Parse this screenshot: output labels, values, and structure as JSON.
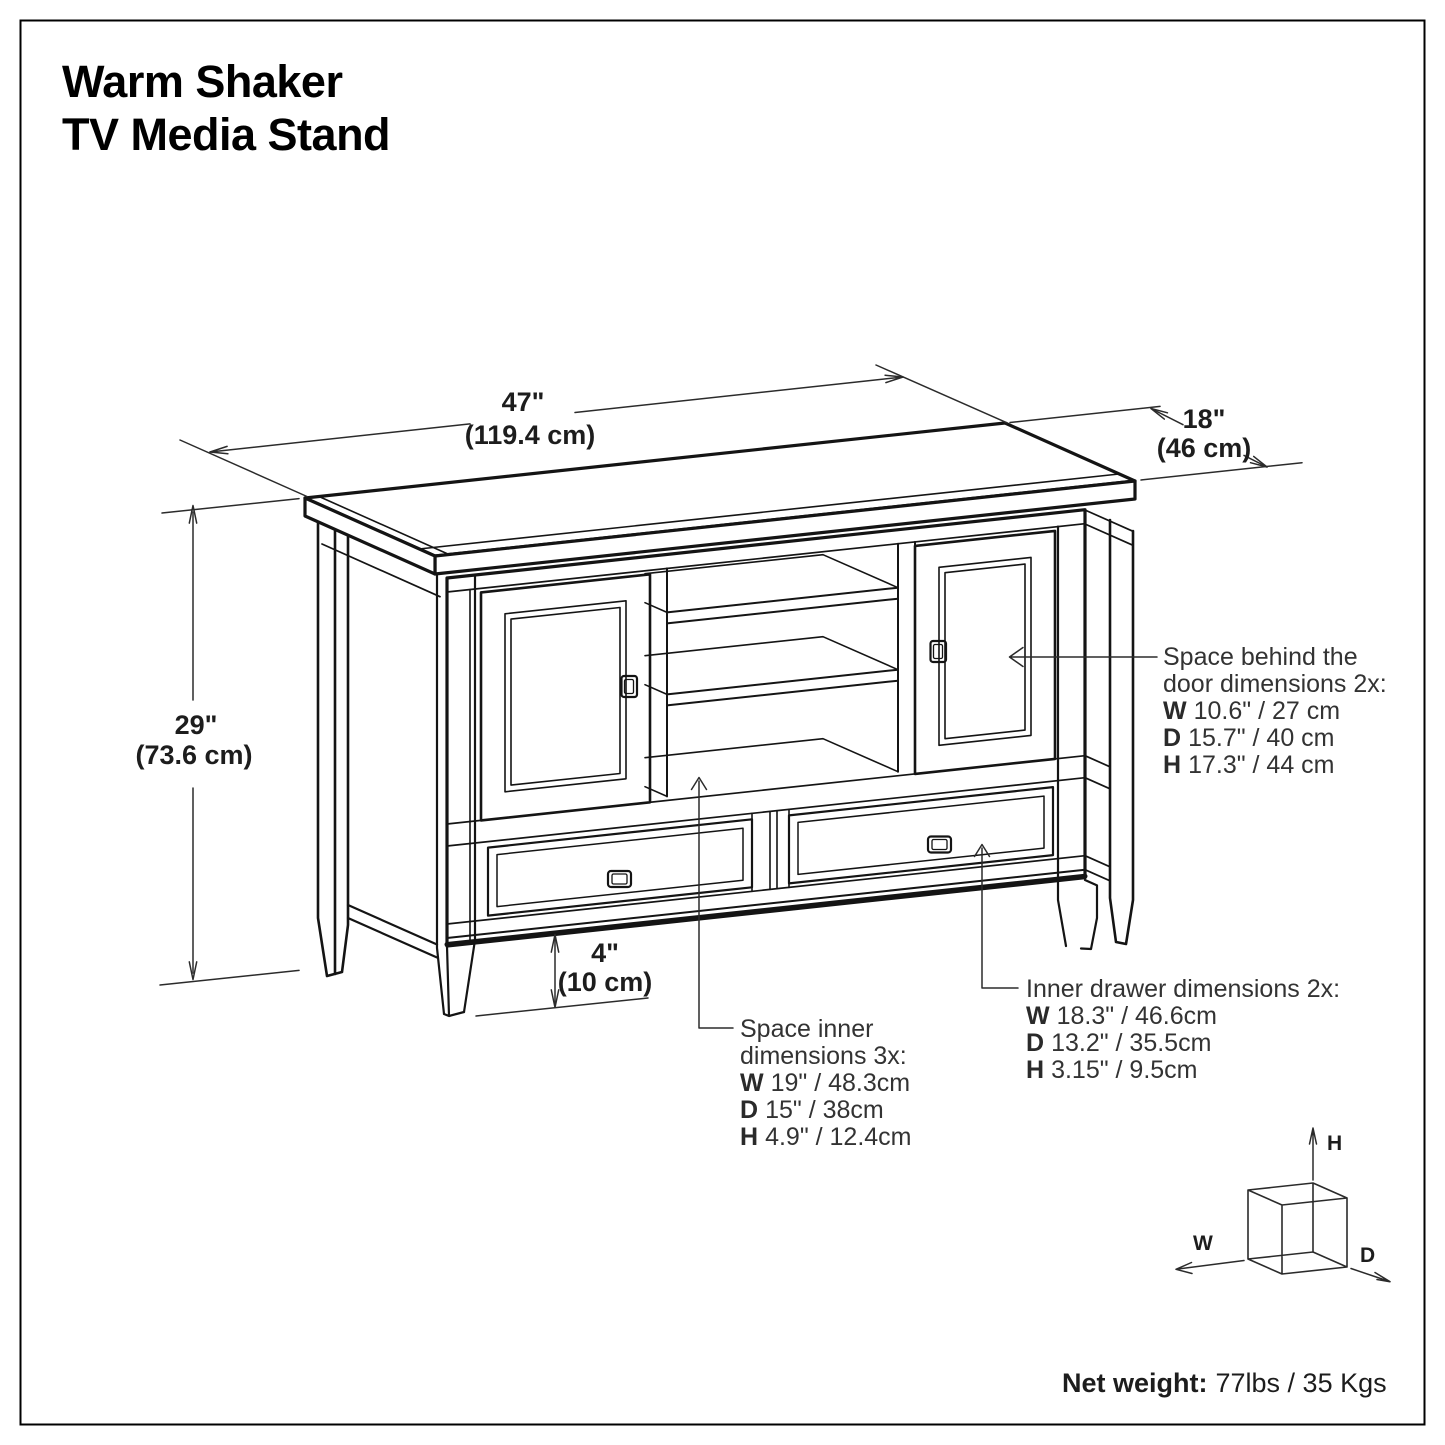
{
  "title": {
    "line1": "Warm Shaker",
    "line2": "TV Media Stand"
  },
  "dimensions": {
    "width": {
      "inches": "47\"",
      "metric": "(119.4 cm)"
    },
    "depth": {
      "inches": "18\"",
      "metric": "(46 cm)"
    },
    "height": {
      "inches": "29\"",
      "metric": "(73.6 cm)"
    },
    "clearance": {
      "inches": "4\"",
      "metric": "(10 cm)"
    }
  },
  "annotations": {
    "door_space": {
      "line1": "Space behind the",
      "line2": "door dimensions 2x:",
      "w_label": "W",
      "w_value": "10.6\" / 27 cm",
      "d_label": "D",
      "d_value": "15.7\" / 40 cm",
      "h_label": "H",
      "h_value": "17.3\" / 44 cm"
    },
    "inner_space": {
      "line1": "Space inner",
      "line2": "dimensions 3x:",
      "w_label": "W",
      "w_value": "19\" / 48.3cm",
      "d_label": "D",
      "d_value": "15\" / 38cm",
      "h_label": "H",
      "h_value": "4.9\" / 12.4cm"
    },
    "inner_drawer": {
      "line1": "Inner drawer dimensions 2x:",
      "w_label": "W",
      "w_value": "18.3\" / 46.6cm",
      "d_label": "D",
      "d_value": "13.2\" / 35.5cm",
      "h_label": "H",
      "h_value": "3.15\" / 9.5cm"
    }
  },
  "axis_cube": {
    "h": "H",
    "w": "W",
    "d": "D"
  },
  "footer": {
    "label": "Net weight:",
    "value": "77lbs / 35 Kgs"
  },
  "colors": {
    "line": "#141414",
    "dim_line": "#2b2b2b",
    "text": "#333333",
    "background": "#ffffff"
  }
}
